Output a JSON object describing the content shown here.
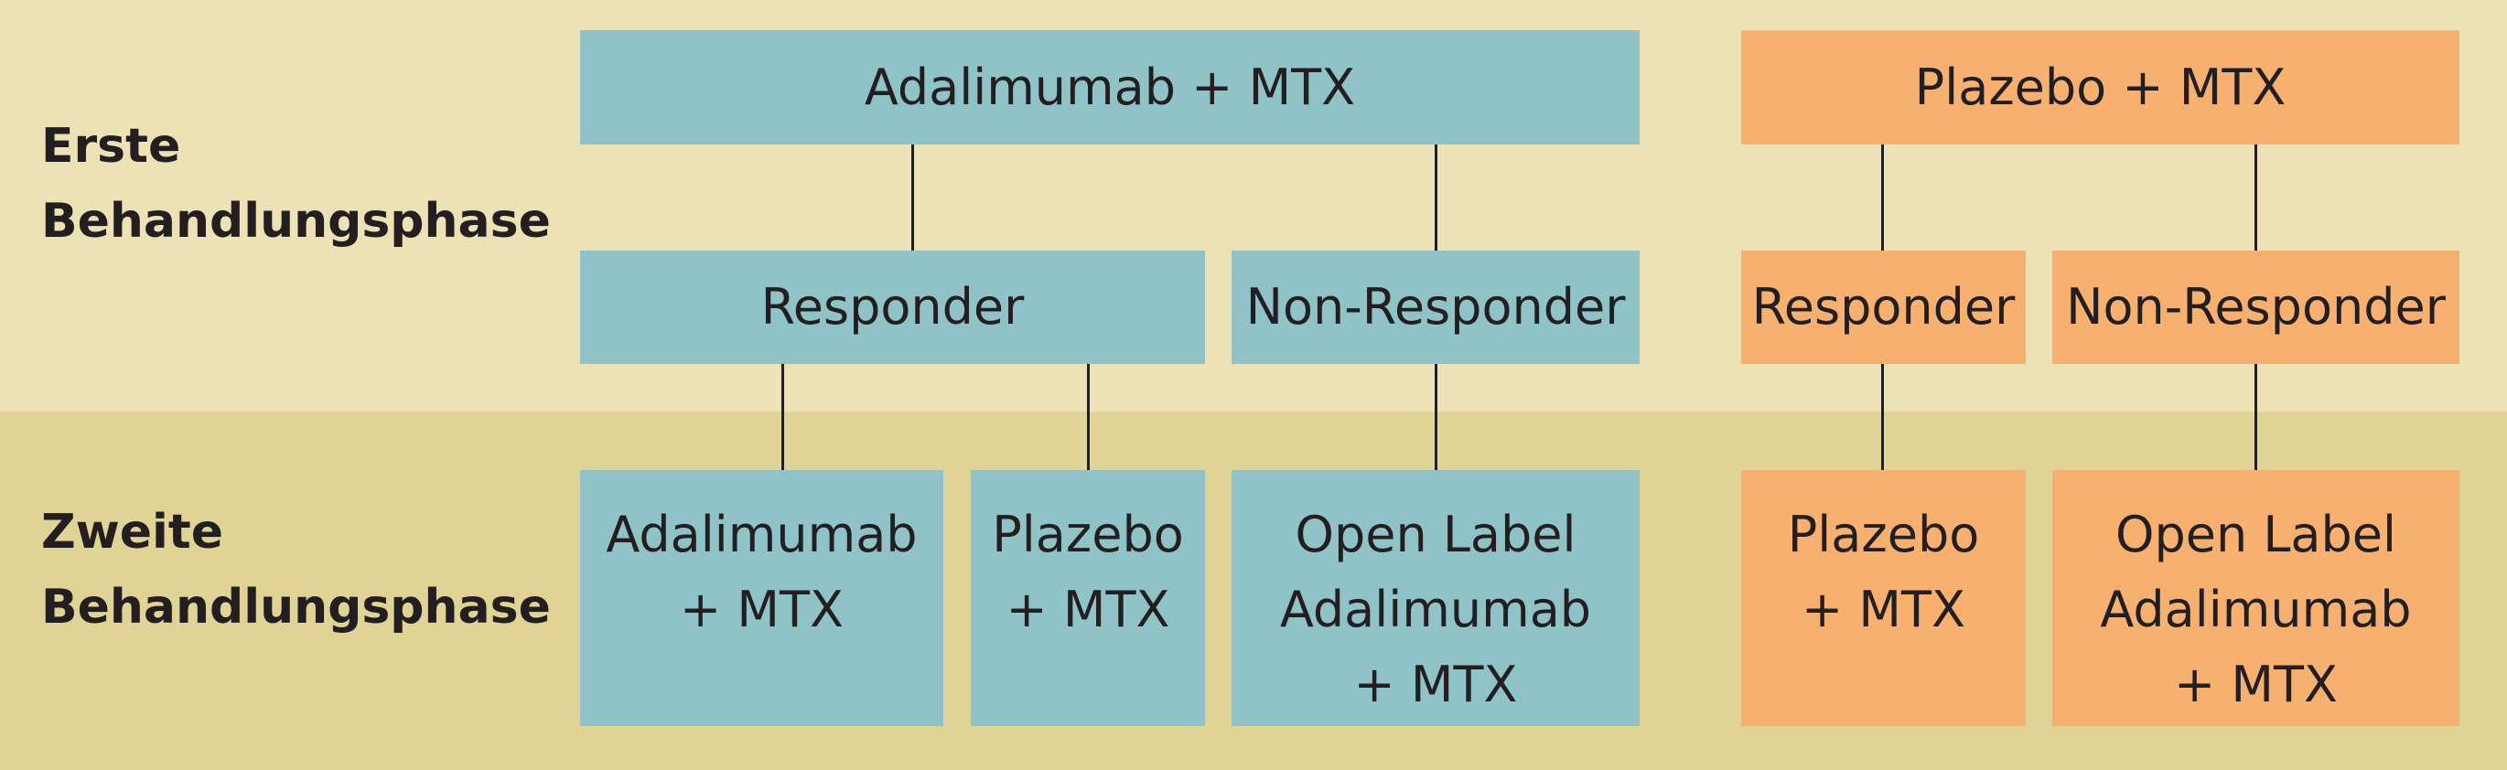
{
  "phases": {
    "first": "Erste\nBehandlungsphase",
    "second": "Zweite\nBehandlungsphase"
  },
  "colors": {
    "band_top": "#ede1b6",
    "band_bottom": "#e1d396",
    "adalimumab_arm": "#8fc3c8",
    "placebo_arm": "#f8b070",
    "connector": "#231f20"
  },
  "adalimumab_arm": {
    "header": "Adalimumab + MTX",
    "responder": "Responder",
    "non_responder": "Non-Responder",
    "responder_continue": "Adalimumab\n+ MTX",
    "responder_switch": "Plazebo\n+ MTX",
    "non_responder_openlabel": "Open Label\nAdalimumab\n+ MTX"
  },
  "placebo_arm": {
    "header": "Plazebo + MTX",
    "responder": "Responder",
    "non_responder": "Non-Responder",
    "responder_continue": "Plazebo\n+ MTX",
    "non_responder_openlabel": "Open Label\nAdalimumab\n+ MTX"
  }
}
